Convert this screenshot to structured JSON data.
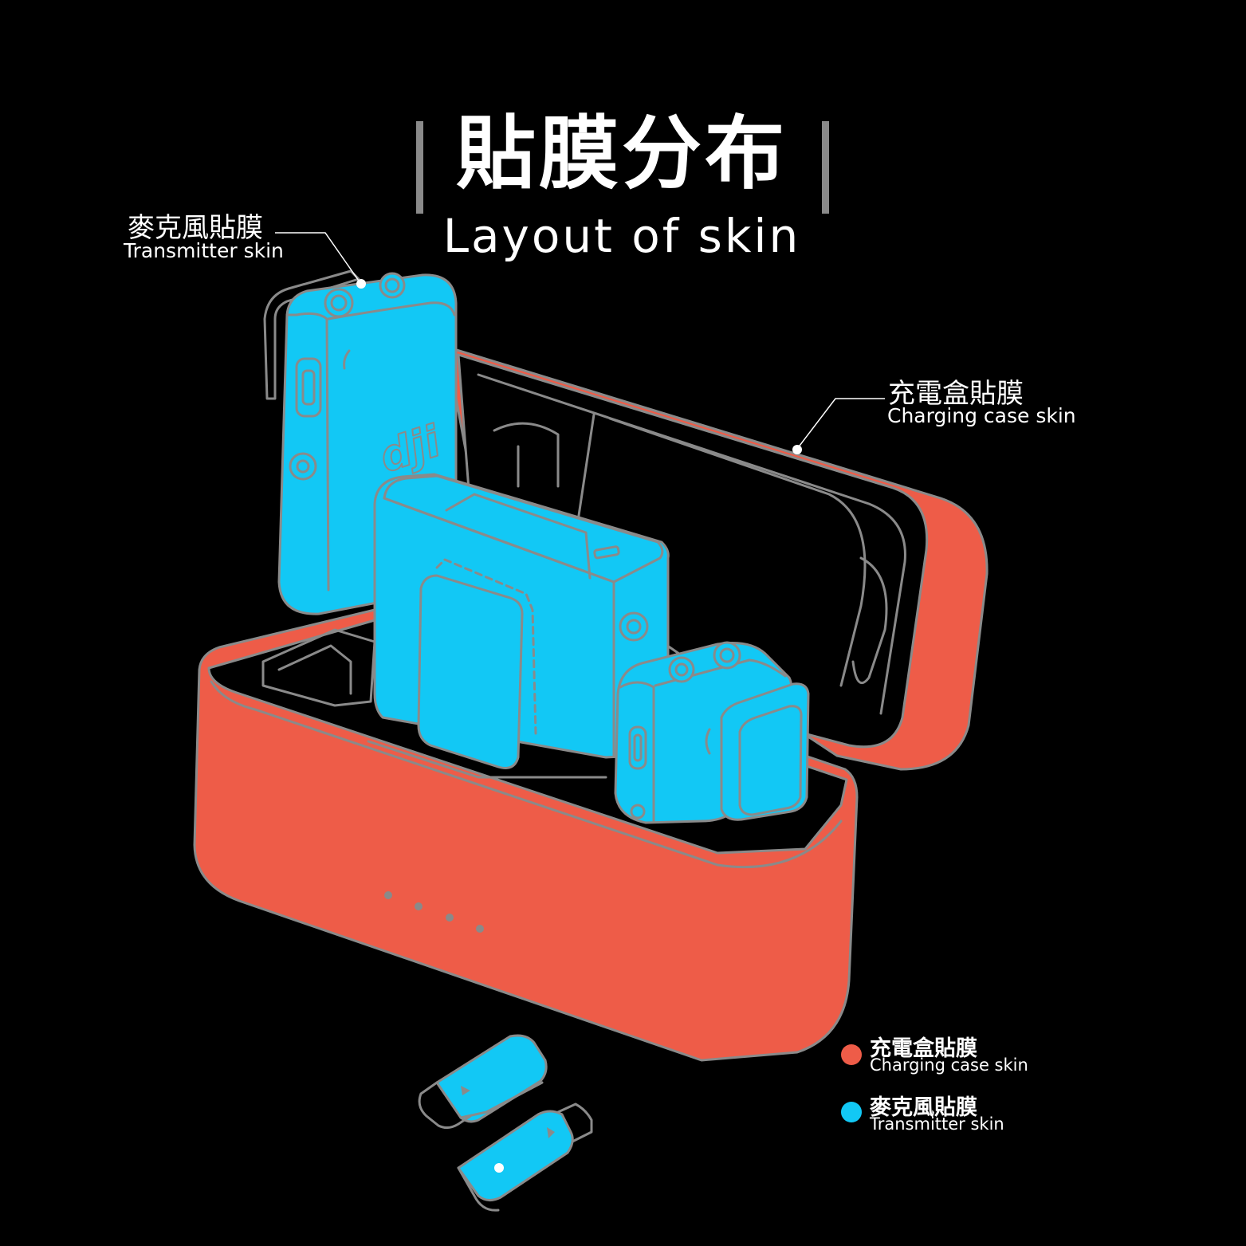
{
  "title": {
    "zh": "貼膜分布",
    "en": "Layout of skin"
  },
  "callouts": {
    "transmitter": {
      "zh": "麥克風貼膜",
      "en": "Transmitter skin"
    },
    "case": {
      "zh": "充電盒貼膜",
      "en": "Charging case skin"
    }
  },
  "legend": [
    {
      "zh": "充電盒貼膜",
      "en": "Charging case skin",
      "color": "#ee5c48"
    },
    {
      "zh": "麥克風貼膜",
      "en": "Transmitter skin",
      "color": "#12c8f5"
    }
  ],
  "colors": {
    "case_skin": "#ee5c48",
    "transmitter_skin": "#12c8f5",
    "outline": "#8a8a8a",
    "background": "#000000"
  },
  "device_logo": "dji"
}
